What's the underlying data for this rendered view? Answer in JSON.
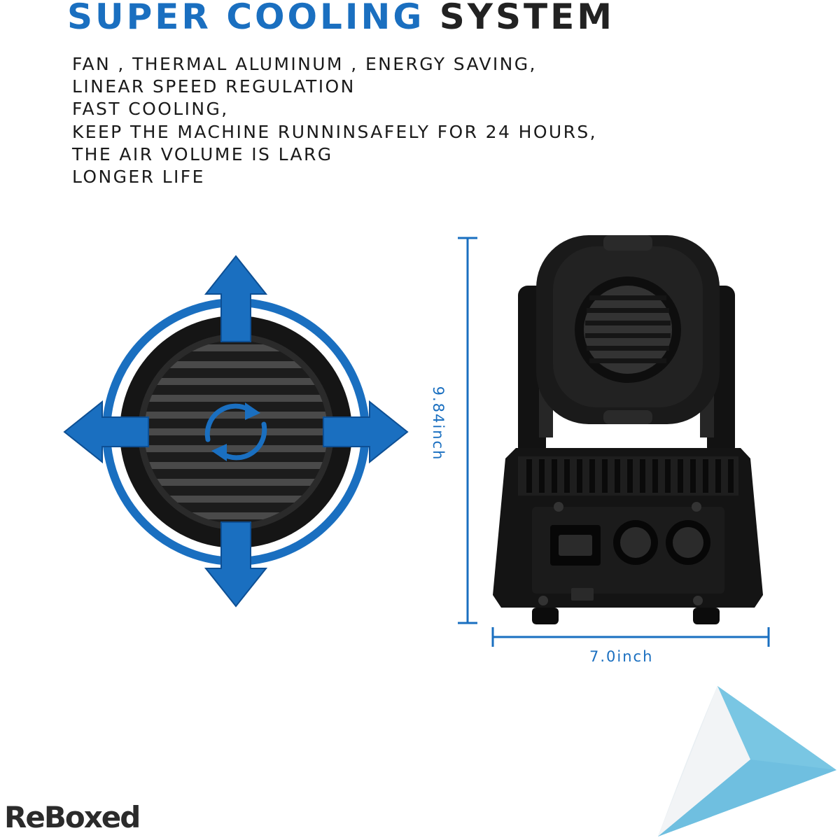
{
  "title": {
    "part1": "SUPER COOLING",
    "part2": "SYSTEM"
  },
  "features": [
    "FAN , THERMAL ALUMINUM , ENERGY SAVING,",
    "LINEAR SPEED REGULATION",
    "FAST COOLING,",
    "KEEP THE MACHINE RUNNINSAFELY FOR 24 HOURS,",
    "THE AIR VOLUME IS LARG",
    "LONGER LIFE"
  ],
  "dimensions": {
    "height": "9.84inch",
    "width": "7.0inch"
  },
  "brand": "ReBoxed",
  "colors": {
    "accent": "#1a6fc0",
    "text": "#1a1a1a",
    "product": "#141414",
    "page_curl": "#79c6e3"
  },
  "icons": [
    "airflow-arrows-icon",
    "rotate-arrows-icon",
    "page-curl-icon"
  ]
}
